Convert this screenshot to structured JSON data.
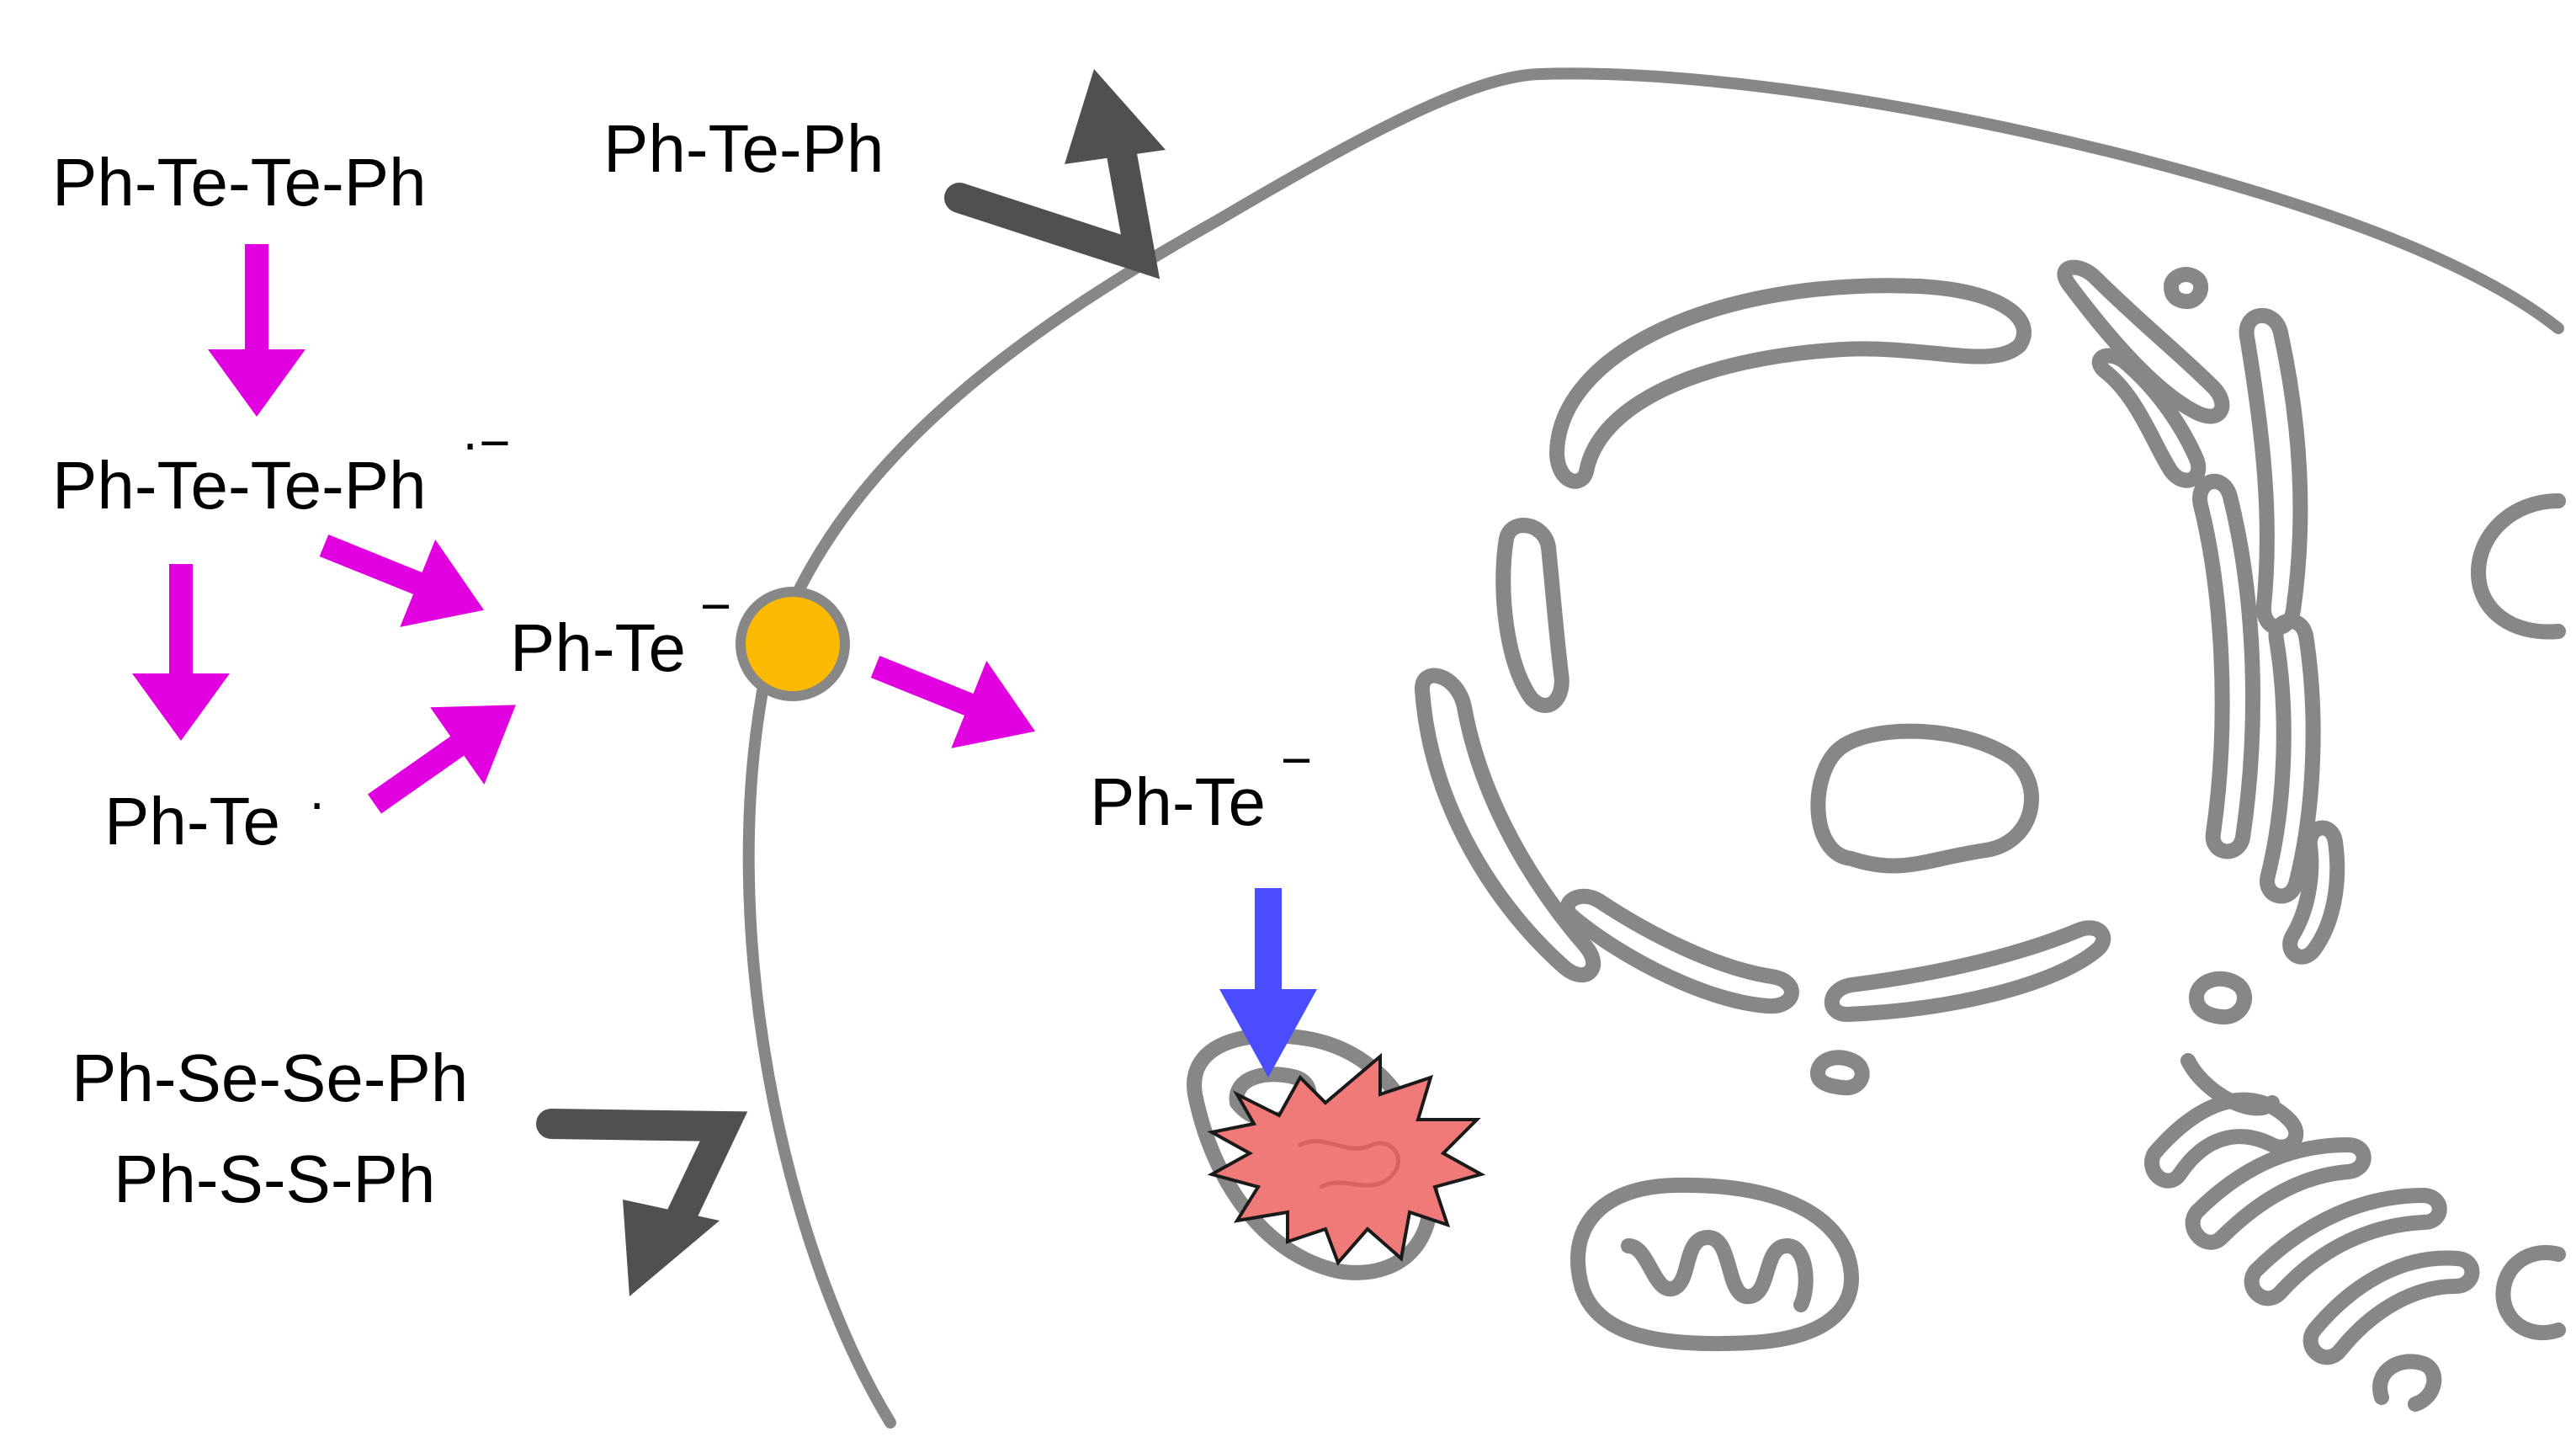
{
  "labels": {
    "diphenyl_ditelluride": "Ph-Te-Te-Ph",
    "extracellular_ditelluride": "Ph-Te-Ph",
    "radical_anion": "Ph-Te-Te-Ph",
    "radical_anion_charge": "·−",
    "tellurolate_outer": "Ph-Te",
    "tellurolate_outer_charge": "−",
    "tellurium_radical": "Ph-Te",
    "tellurium_radical_dot": "·",
    "tellurolate_inner": "Ph-Te",
    "tellurolate_inner_charge": "−",
    "diselenide": "Ph-Se-Se-Ph",
    "disulfide": "Ph-S-S-Ph"
  },
  "colors": {
    "pathway_arrow": "#e000e0",
    "blocked_arrow": "#505050",
    "attack_arrow": "#4a4dff",
    "membrane": "#878787",
    "transporter": "#fbb900",
    "damage_burst": "#f07a78"
  },
  "icons": {
    "transporter": "transporter-circle",
    "damage": "explosion-burst-icon"
  }
}
